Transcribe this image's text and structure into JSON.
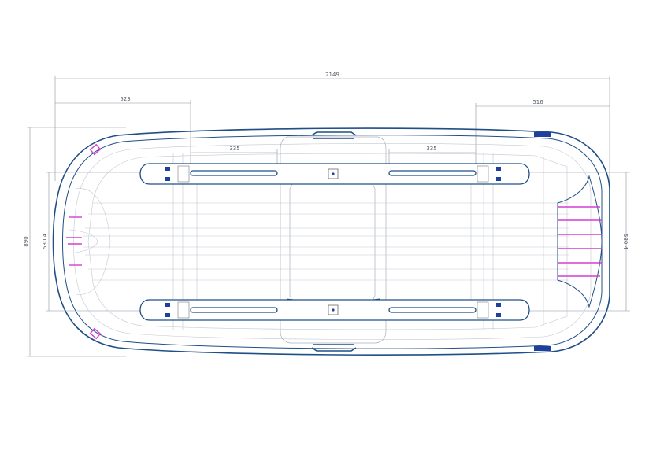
{
  "drawing": {
    "dimensions": {
      "overall_length": "2149",
      "front_offset": "523",
      "rear_offset": "516",
      "rail_length_left": "335",
      "rail_length_right": "335",
      "overall_width": "890",
      "rail_spacing_left": "530,4",
      "rail_spacing_right": "530,4"
    },
    "colors": {
      "outline": "#1f4f86",
      "accent": "#d43fd4",
      "mark": "#1f3f9e",
      "dimension": "#8a8f99"
    }
  }
}
